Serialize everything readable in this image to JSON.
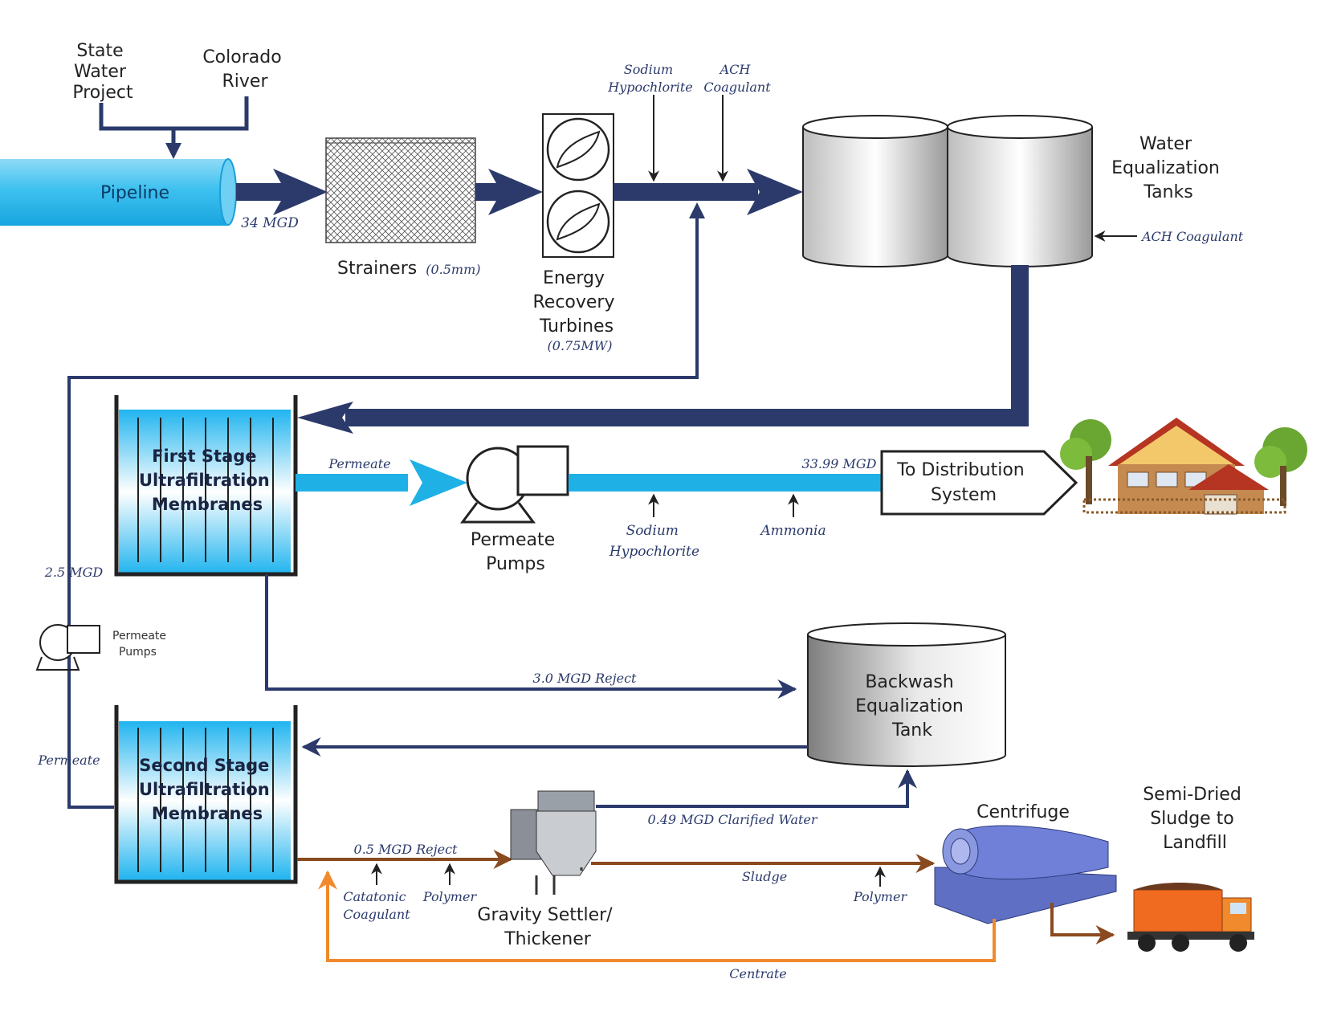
{
  "sources": {
    "state_water_project": [
      "State",
      "Water",
      "Project"
    ],
    "colorado_river": [
      "Colorado",
      "River"
    ]
  },
  "pipeline": {
    "label": "Pipeline",
    "flow": "34 MGD"
  },
  "strainers": {
    "label": "Strainers",
    "spec": "(0.5mm)"
  },
  "turbines": {
    "label": [
      "Energy",
      "Recovery",
      "Turbines"
    ],
    "spec": "(0.75MW)"
  },
  "chemicals_top": {
    "sodium_hypochlorite": [
      "Sodium",
      "Hypochlorite"
    ],
    "ach_coagulant": [
      "ACH",
      "Coagulant"
    ]
  },
  "equalization_tanks": {
    "label": [
      "Water",
      "Equalization",
      "Tanks"
    ],
    "chemical": "ACH Coagulant"
  },
  "first_stage": {
    "label": [
      "First Stage",
      "Ultrafiltration",
      "Membranes"
    ]
  },
  "permeate_flow": "Permeate",
  "permeate_pumps": {
    "label": [
      "Permeate",
      "Pumps"
    ]
  },
  "chemicals_mid": {
    "sodium_hypochlorite": [
      "Sodium",
      "Hypochlorite"
    ],
    "ammonia": "Ammonia"
  },
  "distribution": {
    "flow": "33.99 MGD",
    "label": [
      "To Distribution",
      "System"
    ]
  },
  "recycle": {
    "flow": "2.5 MGD",
    "pumps": [
      "Permeate",
      "Pumps"
    ],
    "permeate": "Permeate"
  },
  "reject_first": "3.0 MGD Reject",
  "backwash_tank": {
    "label": [
      "Backwash",
      "Equalization",
      "Tank"
    ]
  },
  "second_stage": {
    "label": [
      "Second Stage",
      "Ultrafiltration",
      "Membranes"
    ]
  },
  "reject_second": "0.5 MGD Reject",
  "chemicals_bottom": {
    "catatonic_coagulant": [
      "Catatonic",
      "Coagulant"
    ],
    "polymer": "Polymer",
    "polymer2": "Polymer"
  },
  "settler": {
    "label": [
      "Gravity Settler/",
      "Thickener"
    ]
  },
  "clarified": "0.49 MGD Clarified Water",
  "sludge": "Sludge",
  "centrifuge": "Centrifuge",
  "landfill": [
    "Semi-Dried",
    "Sludge to",
    "Landfill"
  ],
  "centrate": "Centrate",
  "colors": {
    "navy": "#2b3a6b",
    "cyan": "#1fb1e6",
    "brown": "#8a4a1f",
    "orange": "#f08a2c"
  }
}
